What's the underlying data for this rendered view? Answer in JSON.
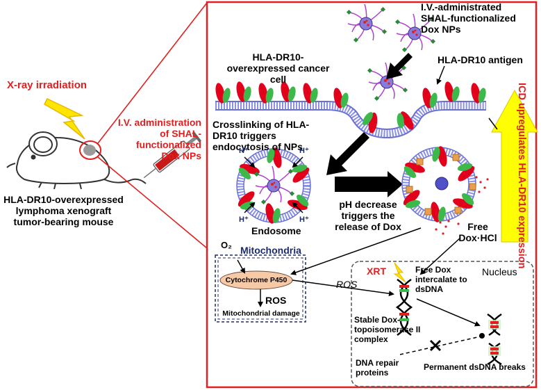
{
  "left_panel": {
    "xray_label": "X-ray irradiation",
    "iv_label": "I.V. administration of SHAL-functionalized Dox NPs",
    "mouse_caption": "HLA-DR10-overexpressed lymphoma xenograft tumor-bearing mouse"
  },
  "top": {
    "np_label": "I.V.-administrated SHAL-functionalized Dox NPs",
    "cancer_cell_label": "HLA-DR10-overexpressed cancer cell",
    "antigen_label": "HLA-DR10 antigen",
    "crosslink_label": "Crosslinking of HLA-DR10 triggers endocytosis of NPs"
  },
  "middle": {
    "hplus": "H⁺",
    "endosome_label": "Endosome",
    "ph_label": "pH decrease triggers the release of Dox",
    "free_dox_label": "Free Dox·HCl",
    "icd_label": "ICD upregulates HLA-DR10 expression"
  },
  "mitochondria": {
    "title": "Mitochondria",
    "o2": "O₂",
    "cyp": "Cytochrome P450",
    "ros": "ROS",
    "damage": "Mitochondrial damage"
  },
  "nucleus": {
    "title": "Nucleus",
    "ros_arrow": "ROS",
    "xrt": "XRT",
    "intercalate": "Free Dox intercalate to dsDNA",
    "stable": "Stable Dox-topoisomerase II complex",
    "repair": "DNA repair proteins",
    "breaks": "Permanent dsDNA breaks"
  },
  "colors": {
    "frame_red": "#e02020",
    "membrane_blue": "#8a8fe6",
    "antigen_red": "#e3001b",
    "antigen_green": "#3db84a",
    "arrow_yellow": "#ffff00",
    "box_navy": "#1b2a6b",
    "cyp_fill": "#f6c9a7"
  }
}
